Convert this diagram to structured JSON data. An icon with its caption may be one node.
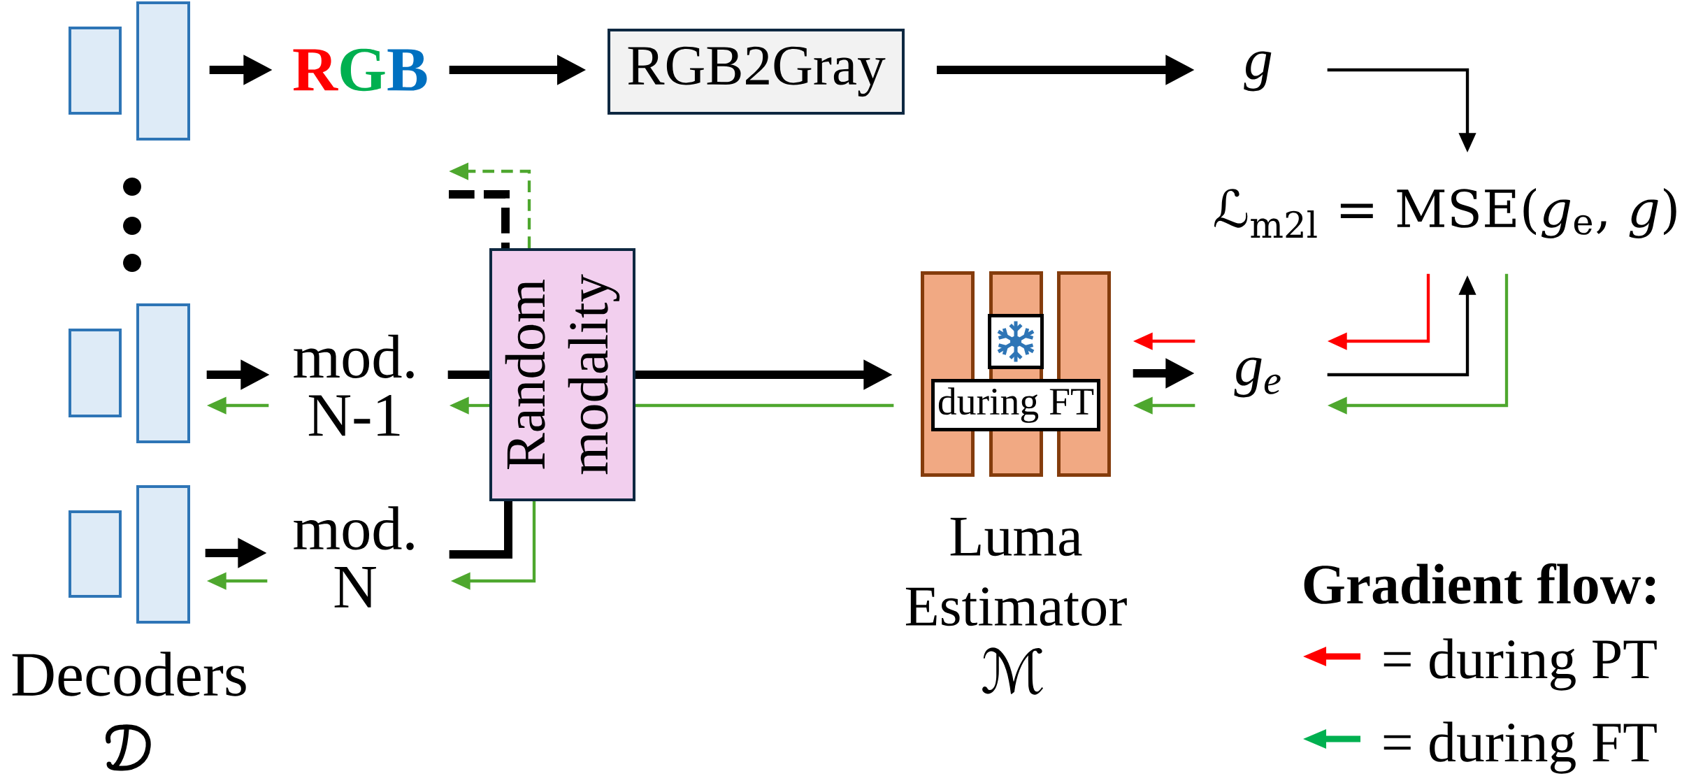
{
  "diagram": {
    "nodes": [
      {
        "text": [],
        "shape": "box"
      },
      {
        "text": [
          "RGB"
        ]
      },
      {
        "text": [
          "RGB2Gray"
        ]
      },
      {
        "text": [
          "g"
        ]
      },
      {
        "text": [
          "ℒ$_{m2l}$ = MSE(*g*$_{e}$, *g*)"
        ]
      },
      {
        "text": [],
        "shape": "box"
      },
      {
        "text": [
          "mod. N-1"
        ]
      },
      {
        "text": [
          "Random modality"
        ]
      },
      {
        "text": [
          "Luma Estimator",
          "ℳ"
        ]
      },
      {
        "text": [
          "during FT"
        ],
        "in": 8
      },
      {
        "text": [
          "g$_{e}$"
        ]
      },
      {
        "text": [],
        "shape": "box"
      },
      {
        "text": [
          "mod. N"
        ]
      }
    ],
    "edges": [
      {
        "from": 0,
        "to": 1,
        "arrow": "to",
        "style": "thick"
      },
      {
        "from": 1,
        "to": 2,
        "arrow": "to",
        "style": "thick"
      },
      {
        "from": 2,
        "to": 3,
        "arrow": "to",
        "style": "thick"
      },
      {
        "from": 3,
        "to": 4,
        "arrow": "to"
      },
      {
        "from": 5,
        "to": 6,
        "arrow": "to",
        "style": "thick"
      },
      {
        "from": 6,
        "to": 5,
        "arrow": "to",
        "color": "#4ea72e"
      },
      {
        "from": 6,
        "to": 7,
        "arrow": "none",
        "style": "thick"
      },
      {
        "from": 7,
        "to": 6,
        "arrow": "to",
        "color": "#4ea72e"
      },
      {
        "from": null,
        "to": 7,
        "arrow": "none",
        "style": "dashed"
      },
      {
        "from": 7,
        "to": null,
        "arrow": "to",
        "style": "dashed",
        "color": "#4ea72e"
      },
      {
        "from": 7,
        "to": 8,
        "arrow": "to",
        "style": "thick"
      },
      {
        "from": 8,
        "to": 7,
        "arrow": "none",
        "color": "#4ea72e"
      },
      {
        "from": 10,
        "to": 8,
        "arrow": "to",
        "color": "#ff0000"
      },
      {
        "from": 8,
        "to": 10,
        "arrow": "to",
        "style": "thick"
      },
      {
        "from": 10,
        "to": 8,
        "arrow": "to",
        "color": "#4ea72e"
      },
      {
        "from": 4,
        "to": 10,
        "arrow": "to",
        "color": "#ff0000"
      },
      {
        "from": 10,
        "to": 4,
        "arrow": "to"
      },
      {
        "from": 4,
        "to": 10,
        "arrow": "to",
        "color": "#4ea72e"
      },
      {
        "from": 11,
        "to": 12,
        "arrow": "to",
        "style": "thick"
      },
      {
        "from": 12,
        "to": 11,
        "arrow": "to",
        "color": "#4ea72e"
      },
      {
        "from": 12,
        "to": 7,
        "arrow": "none",
        "style": "thick"
      },
      {
        "from": 7,
        "to": 12,
        "arrow": "to",
        "color": "#4ea72e"
      }
    ],
    "labels": [
      "Decoders",
      "Gradient flow:"
    ],
    "legend": [
      {
        "text": "= during PT"
      },
      {
        "text": "= during FT"
      }
    ]
  }
}
